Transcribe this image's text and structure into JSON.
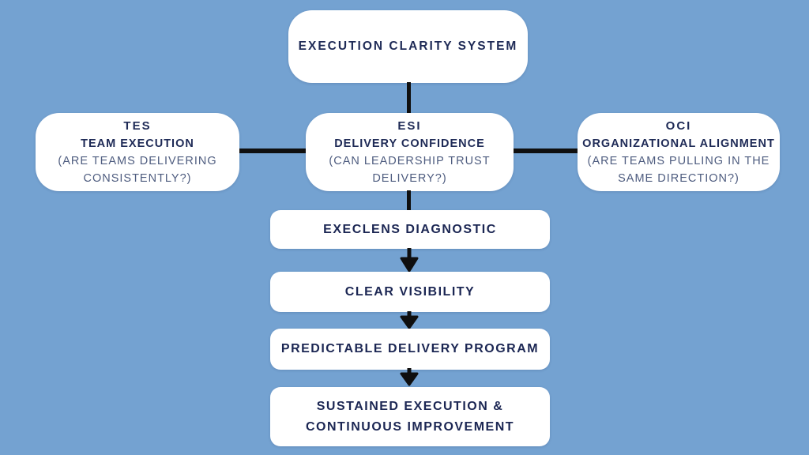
{
  "colors": {
    "background": "#74A2D1",
    "box_background": "#FFFFFF",
    "heading_text": "#1E2A56",
    "question_text": "#4E5C7F",
    "connector": "#0F0F0F"
  },
  "diagram": {
    "title": "EXECUTION CLARITY SYSTEM",
    "pillars": [
      {
        "code": "TES",
        "name": "TEAM EXECUTION",
        "question_line1": "(ARE TEAMS DELIVERING",
        "question_line2": "CONSISTENTLY?)"
      },
      {
        "code": "ESI",
        "name": "DELIVERY CONFIDENCE",
        "question_line1": "(CAN LEADERSHIP TRUST",
        "question_line2": "DELIVERY?)"
      },
      {
        "code": "OCI",
        "name": "ORGANIZATIONAL ALIGNMENT",
        "question_line1": "(ARE TEAMS PULLING IN THE",
        "question_line2": "SAME DIRECTION?)"
      }
    ],
    "flow": [
      {
        "lines": [
          "EXECLENS DIAGNOSTIC"
        ]
      },
      {
        "lines": [
          "CLEAR VISIBILITY"
        ]
      },
      {
        "lines": [
          "PREDICTABLE DELIVERY PROGRAM"
        ]
      },
      {
        "lines": [
          "SUSTAINED EXECUTION &",
          "CONTINUOUS IMPROVEMENT"
        ]
      }
    ]
  }
}
